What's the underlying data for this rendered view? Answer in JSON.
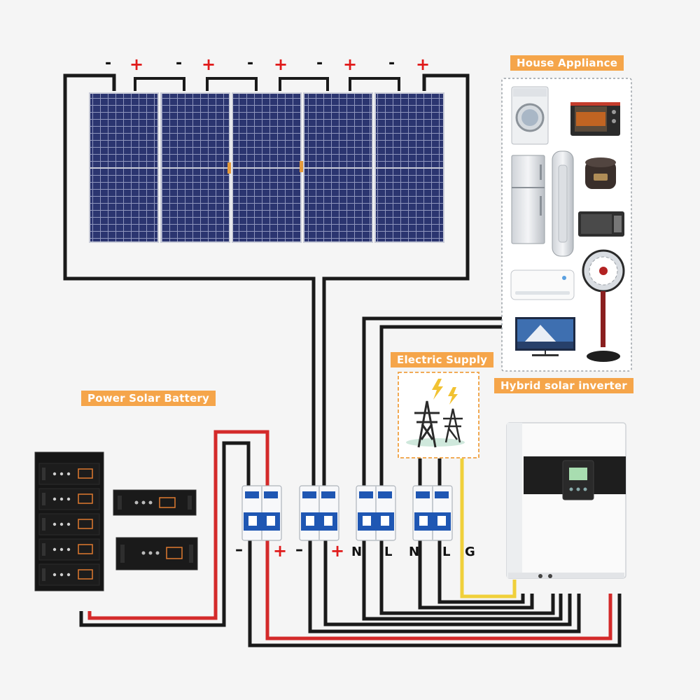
{
  "labels": {
    "house_appliance": "House Appliance",
    "electric_supply": "Electric Supply",
    "hybrid_inverter": "Hybrid solar inverter",
    "power_battery": "Power Solar Battery"
  },
  "panel_terminals": [
    "-",
    "+",
    "-",
    "+",
    "-",
    "+",
    "-",
    "+",
    "-",
    "+"
  ],
  "breaker_terminals": [
    "–",
    "+",
    "–",
    "+",
    "N",
    "L",
    "N",
    "L",
    "G"
  ],
  "appliances": [
    "washing-machine",
    "toaster-oven",
    "refrigerator",
    "tower-air-conditioner",
    "rice-cooker",
    "microwave",
    "wall-air-conditioner",
    "standing-fan",
    "television"
  ],
  "colors": {
    "wire_black": "#1a1a1a",
    "wire_red": "#d42a2a",
    "wire_yellow": "#f0d03a",
    "label_bg": "#f5a54a",
    "panel_cell": "#2b3570",
    "breaker_blue": "#1f57b3"
  }
}
